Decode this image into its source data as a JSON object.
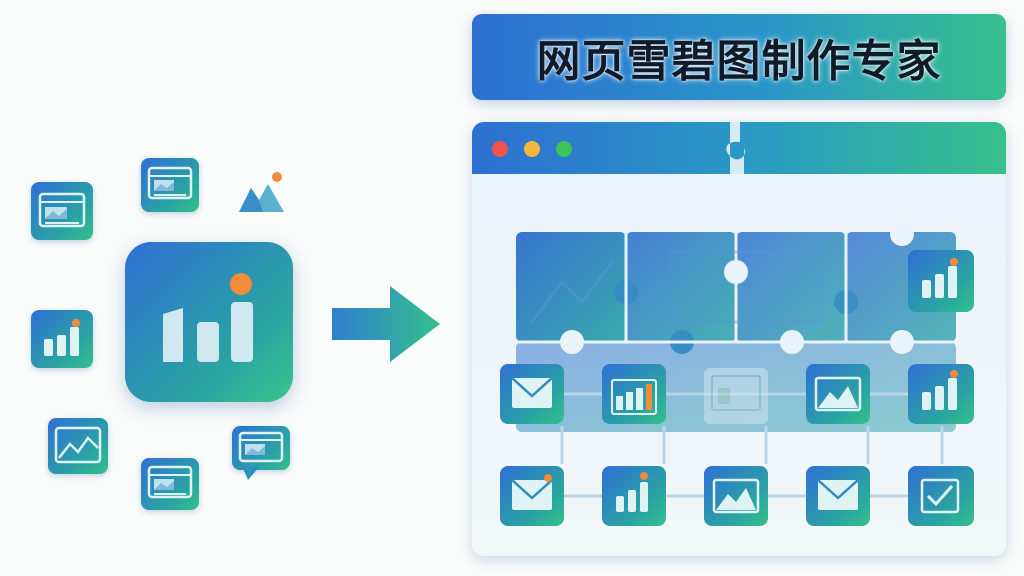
{
  "title": "网页雪碧图制作专家",
  "icons": {
    "scattered": [
      "browser-window-icon",
      "browser-window-icon",
      "mountain-image-icon",
      "bar-chart-icon",
      "image-icon",
      "browser-window-icon",
      "chat-window-icon"
    ],
    "main": "bar-chart-icon",
    "arrow": "arrow-right-icon",
    "sprite_row_1": [
      "mail-icon",
      "bar-chart-icon",
      "browser-window-icon",
      "image-icon",
      "bar-chart-icon"
    ],
    "sprite_row_2": [
      "mail-icon",
      "bar-chart-icon",
      "image-icon",
      "mail-icon",
      "checkmark-icon"
    ],
    "window_controls": [
      "red-dot",
      "yellow-dot",
      "green-dot"
    ]
  },
  "colors": {
    "gradient_start": "#2f6fd6",
    "gradient_mid": "#2aa6a0",
    "gradient_end": "#34c08a",
    "accent_orange": "#f08c3a",
    "dot_red": "#f0534a",
    "dot_yellow": "#f5b63a",
    "dot_green": "#3cc45a"
  }
}
